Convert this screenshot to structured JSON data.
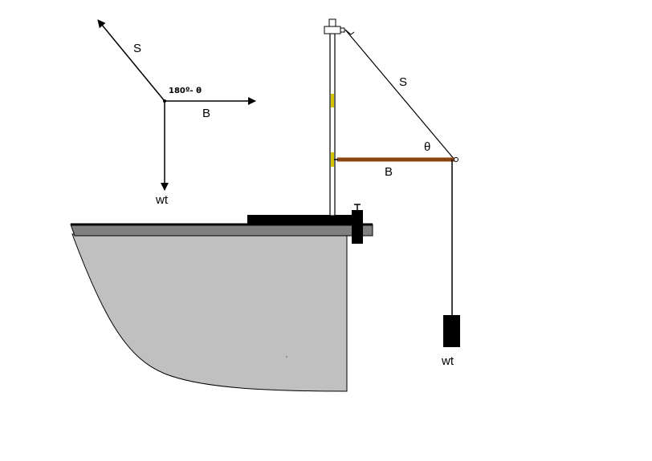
{
  "diagram": {
    "force_diagram": {
      "tension_label": "S",
      "angle_label": "180º- θ",
      "boom_label": "B",
      "weight_label": "wt"
    },
    "apparatus": {
      "tension_label": "S",
      "angle_label": "θ",
      "boom_label": "B",
      "weight_label": "wt"
    },
    "colors": {
      "table_fill": "#c0c0c0",
      "table_top": "#808080",
      "boom": "#8b4513",
      "marker": "#d4c400",
      "ink": "#000000"
    }
  }
}
